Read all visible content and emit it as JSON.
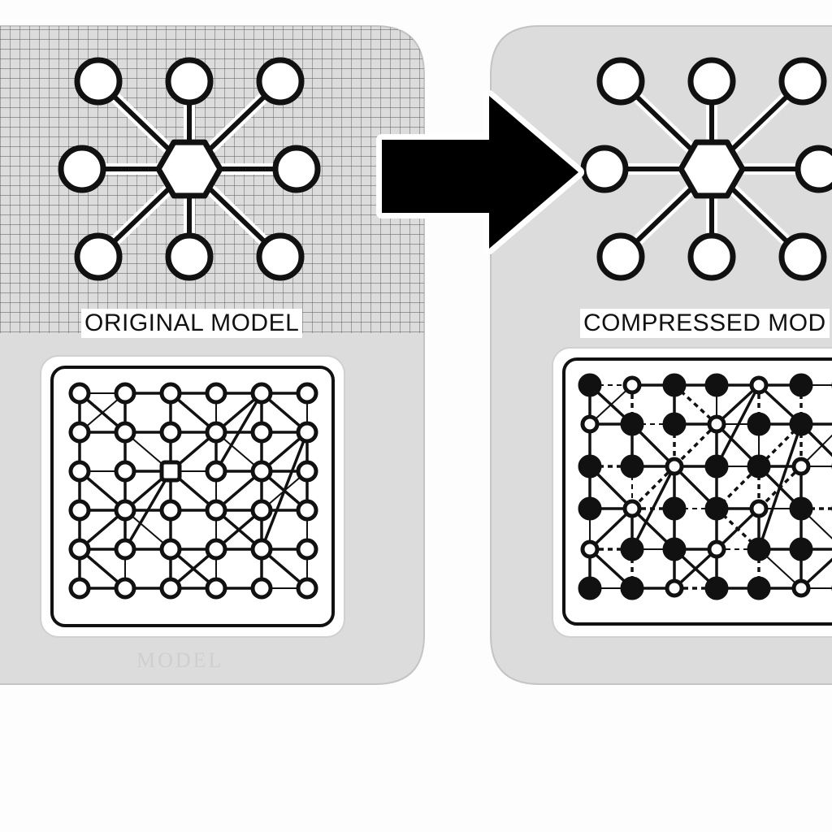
{
  "diagram": {
    "left_panel": {
      "label": "ORIGINAL MODEL",
      "faded_label": "MODEL"
    },
    "right_panel": {
      "label": "COMPRESSED MOD"
    },
    "arrow": {
      "direction": "right"
    },
    "colors": {
      "panel_fill": "#dcdcdc",
      "stroke": "#111111",
      "node_fill": "#ffffff",
      "background": "#fdfdfd"
    }
  }
}
